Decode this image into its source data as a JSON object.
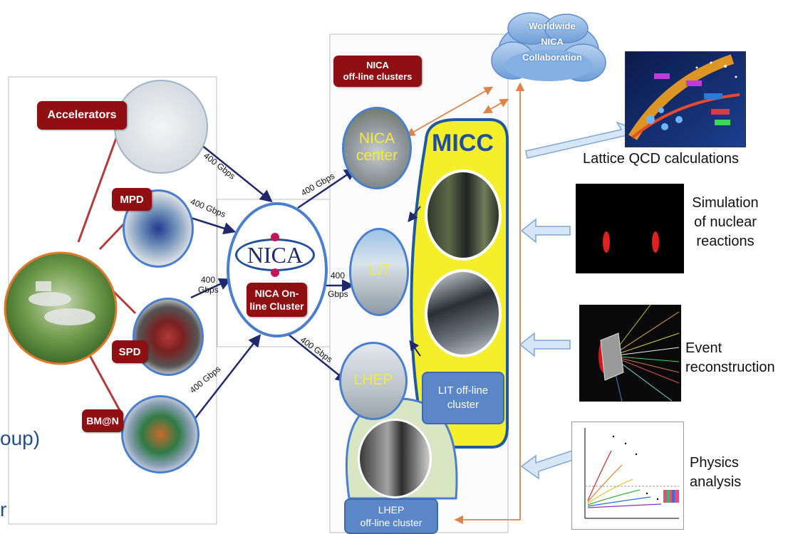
{
  "left_labels": {
    "accelerators": "Accelerators",
    "mpd": "MPD",
    "spd": "SPD",
    "bmn": "BM@N"
  },
  "center": {
    "nica_logo": "NICA",
    "online_cluster": "NICA On-\nline Cluster"
  },
  "links": {
    "acc_to_nica": "400 Gbps",
    "mpd_to_nica": "400 Gbps",
    "spd_to_nica_line1": "400",
    "spd_to_nica_line2": "Gbps",
    "bmn_to_nica": "400 Gbps",
    "nica_to_center": "400 Gbps",
    "nica_to_lit_line1": "400",
    "nica_to_lit_line2": "Gbps",
    "nica_to_lhep": "400 Gbps"
  },
  "offline": {
    "title": "NICA\noff-line clusters",
    "nica_center": "NICA\ncenter",
    "lit": "LIT",
    "lhep": "LHEP",
    "micc": "MICC",
    "lit_offline": "LIT off-line\ncluster",
    "lhep_offline": "LHEP\noff-line cluster"
  },
  "cloud": {
    "text": "Worldwide\nNICA\nCollaboration"
  },
  "right_panels": {
    "lattice": "Lattice QCD calculations",
    "simulation": "Simulation\nof nuclear\nreactions",
    "event": "Event\nreconstruction",
    "physics": "Physics\nanalysis"
  },
  "cut_text": {
    "line1": "oup)",
    "line2": "r"
  },
  "colors": {
    "dark_red": "#8f0f12",
    "link_blue": "#1f2a6e",
    "ring_blue": "#4a7fcf",
    "micc_yellow": "#f4ef2a",
    "lit_box_blue": "#5b86c8",
    "arrow_orange": "#e0834a",
    "cloud_blue": "#8eb6e6"
  }
}
